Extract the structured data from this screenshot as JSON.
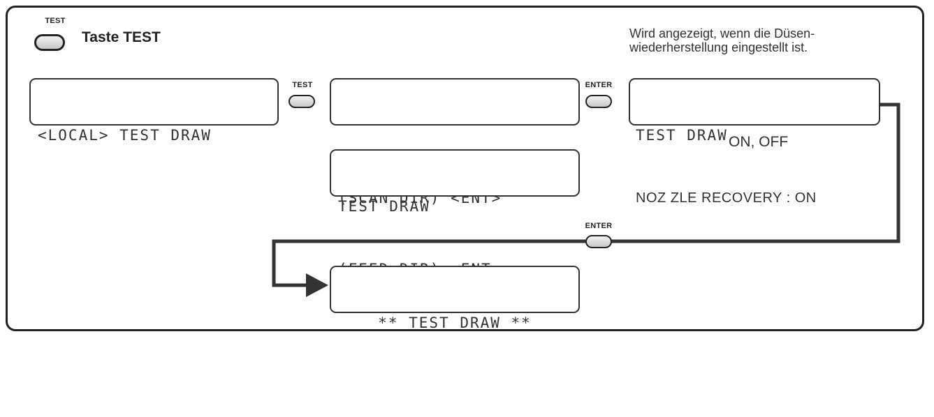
{
  "legend": {
    "key_label": "TEST",
    "title": "Taste TEST"
  },
  "note": {
    "line1": "Wird angezeigt, wenn die Düsen-",
    "line2": "wiederherstellung eingestellt ist."
  },
  "screens": {
    "local": {
      "line1": "<LOCAL> TEST DRAW",
      "line2": ""
    },
    "scan": {
      "line1": "",
      "line2": "(SCAN DIR) <ENT>"
    },
    "feed": {
      "line1": "TEST DRAW",
      "line2": "(FEED DIR) <ENT>"
    },
    "nozzle": {
      "line1": "TEST DRAW",
      "line2": "NOZ ZLE RECOVERY : ON"
    },
    "drawing": {
      "line1": "** TEST DRAW **",
      "line2": ""
    }
  },
  "options": "ON, OFF",
  "keys": {
    "test": "TEST",
    "enter_top": "ENTER",
    "enter_bottom": "ENTER"
  },
  "colors": {
    "line": "#333333",
    "key_fill": "#d8d8d8"
  }
}
